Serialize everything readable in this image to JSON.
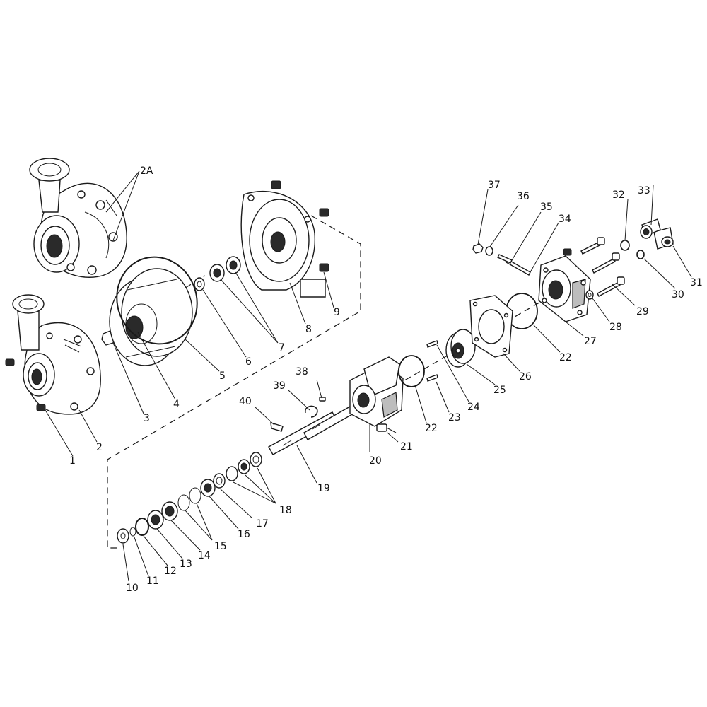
{
  "labels": {
    "l1": "1",
    "l2": "2",
    "l2a": "2A",
    "l3": "3",
    "l4": "4",
    "l5": "5",
    "l6": "6",
    "l7": "7",
    "l8": "8",
    "l9": "9",
    "l10": "10",
    "l11": "11",
    "l12": "12",
    "l13": "13",
    "l14": "14",
    "l15": "15",
    "l16": "16",
    "l17": "17",
    "l18": "18",
    "l19": "19",
    "l20": "20",
    "l21": "21",
    "l22a": "22",
    "l22b": "22",
    "l23": "23",
    "l24": "24",
    "l25": "25",
    "l26": "26",
    "l27": "27",
    "l28": "28",
    "l29": "29",
    "l30": "30",
    "l31": "31",
    "l32": "32",
    "l33": "33",
    "l34": "34",
    "l35": "35",
    "l36": "36",
    "l37": "37",
    "l38": "38",
    "l39": "39",
    "l40": "40"
  }
}
